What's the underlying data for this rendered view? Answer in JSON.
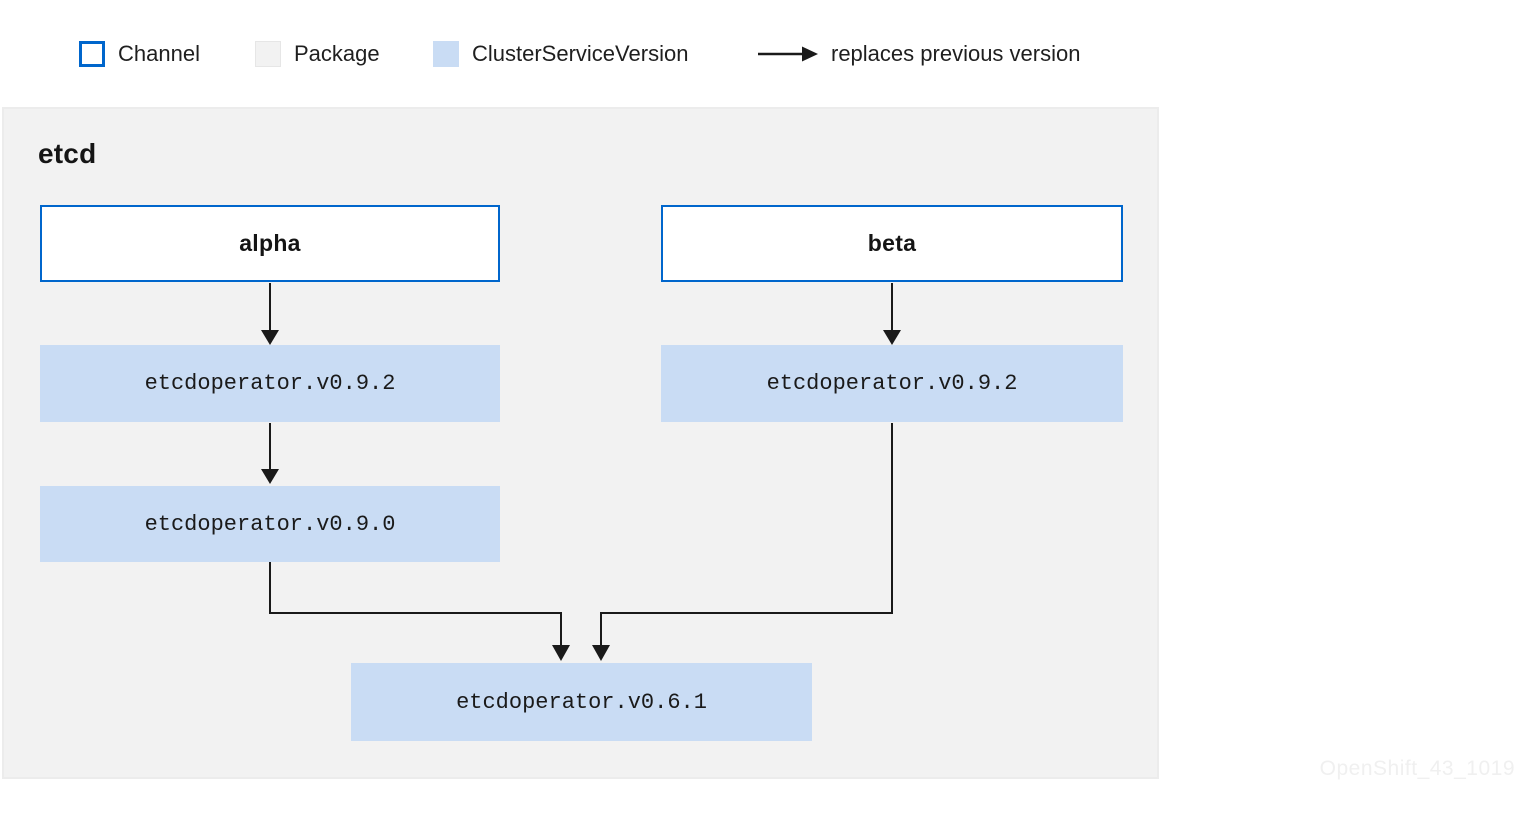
{
  "legend": {
    "items": [
      {
        "id": "channel",
        "label": "Channel"
      },
      {
        "id": "package",
        "label": "Package"
      },
      {
        "id": "csv",
        "label": "ClusterServiceVersion"
      },
      {
        "id": "replaces",
        "label": "replaces previous version"
      }
    ]
  },
  "package": {
    "title": "etcd",
    "channels": [
      {
        "name": "alpha"
      },
      {
        "name": "beta"
      }
    ],
    "versions": [
      {
        "name": "etcdoperator.v0.9.2"
      },
      {
        "name": "etcdoperator.v0.9.2"
      },
      {
        "name": "etcdoperator.v0.9.0"
      },
      {
        "name": "etcdoperator.v0.6.1"
      }
    ],
    "edges": [
      {
        "from": "alpha channel",
        "to": "etcdoperator.v0.9.2"
      },
      {
        "from": "beta channel",
        "to": "etcdoperator.v0.9.2"
      },
      {
        "from": "etcdoperator.v0.9.2 (alpha)",
        "to": "etcdoperator.v0.9.0"
      },
      {
        "from": "etcdoperator.v0.9.0",
        "to": "etcdoperator.v0.6.1"
      },
      {
        "from": "etcdoperator.v0.9.2 (beta)",
        "to": "etcdoperator.v0.6.1"
      }
    ]
  },
  "watermark": "OpenShift_43_1019",
  "colors": {
    "channel_border": "#0066cc",
    "csv_fill": "#c9dcf4",
    "package_fill": "#f2f2f2",
    "edge": "#1a1a1a"
  }
}
